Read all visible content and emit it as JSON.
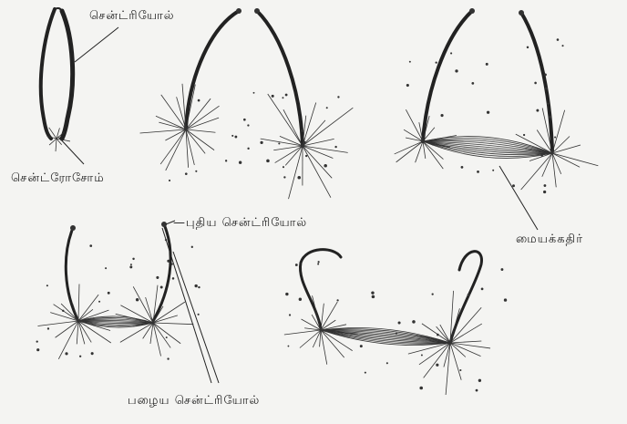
{
  "labels": {
    "centriole": "சென்ட்ரியோல்",
    "centrosome": "சென்ட்ரோசோம்",
    "new_centriole": "—புதிய  சென்ட்ரியோல்",
    "spindle_fiber": "மையக்கதிர்",
    "old_centriole": "பழைய  சென்ட்ரியோல்"
  },
  "colors": {
    "ink": "#222222",
    "background": "#f4f4f2"
  }
}
